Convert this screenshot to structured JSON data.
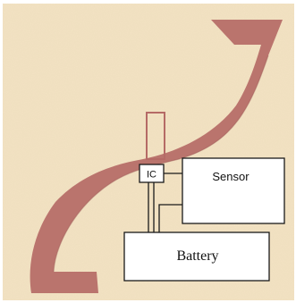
{
  "diagram": {
    "labels": {
      "ic": "IC",
      "sensor": "Sensor",
      "battery": "Battery"
    },
    "colors": {
      "substrate": "#f3e3c3",
      "substrate_edge": "#e7d3ad",
      "antenna_trace": "#b56a66",
      "antenna_dark": "#9a5552",
      "box_stroke": "#1a1a1a",
      "box_fill": "#ffffff",
      "wire": "#1a1a1a"
    }
  }
}
